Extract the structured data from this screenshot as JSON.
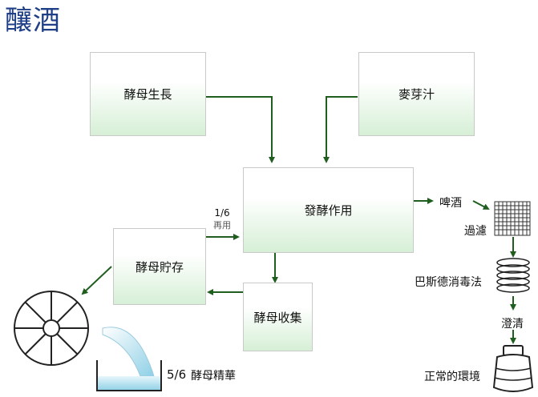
{
  "title": "釀酒",
  "nodes": {
    "yeast_growth": "酵母生長",
    "wort": "麥芽汁",
    "fermentation": "發酵作用",
    "yeast_storage": "酵母貯存",
    "yeast_collection": "酵母收集"
  },
  "labels": {
    "beer": "啤酒",
    "filtration": "過濾",
    "pasteurization": "巴斯德消毒法",
    "clarification": "澄清",
    "proper_environment": "正常的環境",
    "reuse_fraction": "1/6",
    "reuse_text": "再用",
    "extract_fraction": "5/6",
    "extract_text": "酵母精華"
  }
}
